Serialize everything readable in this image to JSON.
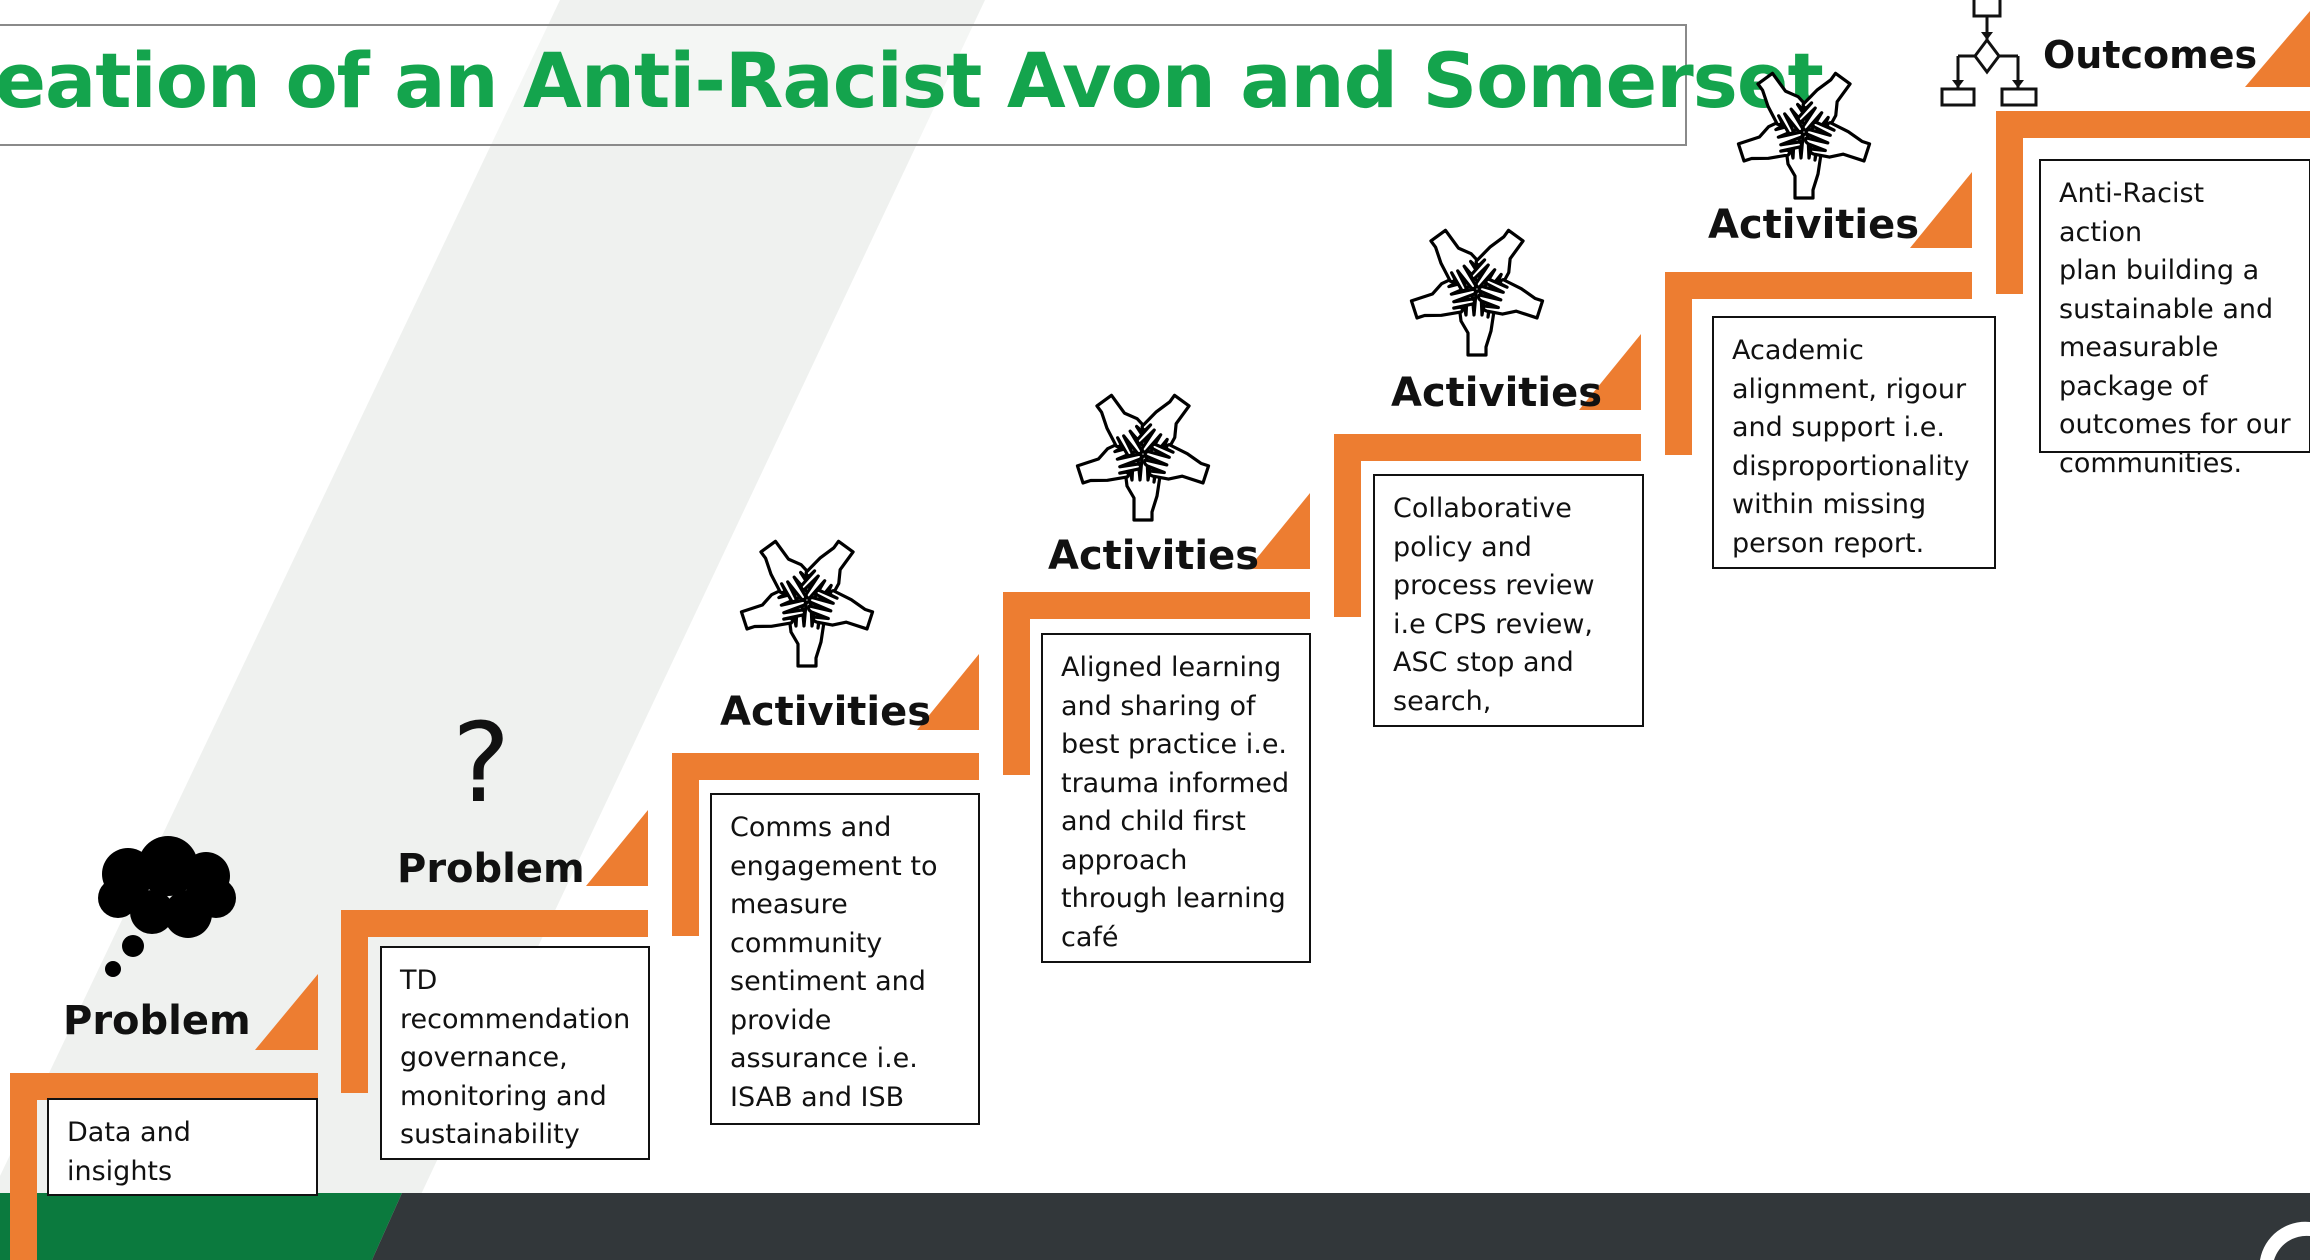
{
  "title": "reation of an Anti-Racist Avon and Somerset",
  "colors": {
    "accent_orange": "#ED7D31",
    "title_green": "#14A44D",
    "footer_green": "#0B7A3E",
    "footer_dark": "#32373A"
  },
  "steps": [
    {
      "heading": "Problem",
      "icon": "thought-cloud-icon",
      "text": "Data and insights"
    },
    {
      "heading": "Problem",
      "icon": "question-mark-icon",
      "icon_glyph": "?",
      "text": "TD\nrecommendation\ngovernance,\nmonitoring and\nsustainability"
    },
    {
      "heading": "Activities",
      "icon": "hands-together-icon",
      "text": "Comms and\nengagement to\nmeasure\ncommunity\nsentiment  and\nprovide\nassurance i.e.\nISAB and ISB"
    },
    {
      "heading": "Activities",
      "icon": "hands-together-icon",
      "text": "Aligned learning\nand sharing of\nbest practice i.e.\ntrauma informed\nand child first\napproach\nthrough learning\ncafé"
    },
    {
      "heading": "Activities",
      "icon": "hands-together-icon",
      "text": "Collaborative\npolicy and\nprocess review\ni.e CPS review,\nASC stop and\nsearch,"
    },
    {
      "heading": "Activities",
      "icon": "hands-together-icon",
      "text": "Academic\nalignment, rigour\nand support i.e.\ndisproportionality\nwithin missing\nperson report."
    },
    {
      "heading": "Outcomes",
      "icon": "flowchart-icon",
      "text": "Anti-Racist action\nplan building a\nsustainable and\nmeasurable\npackage of\noutcomes for our\ncommunities."
    }
  ]
}
